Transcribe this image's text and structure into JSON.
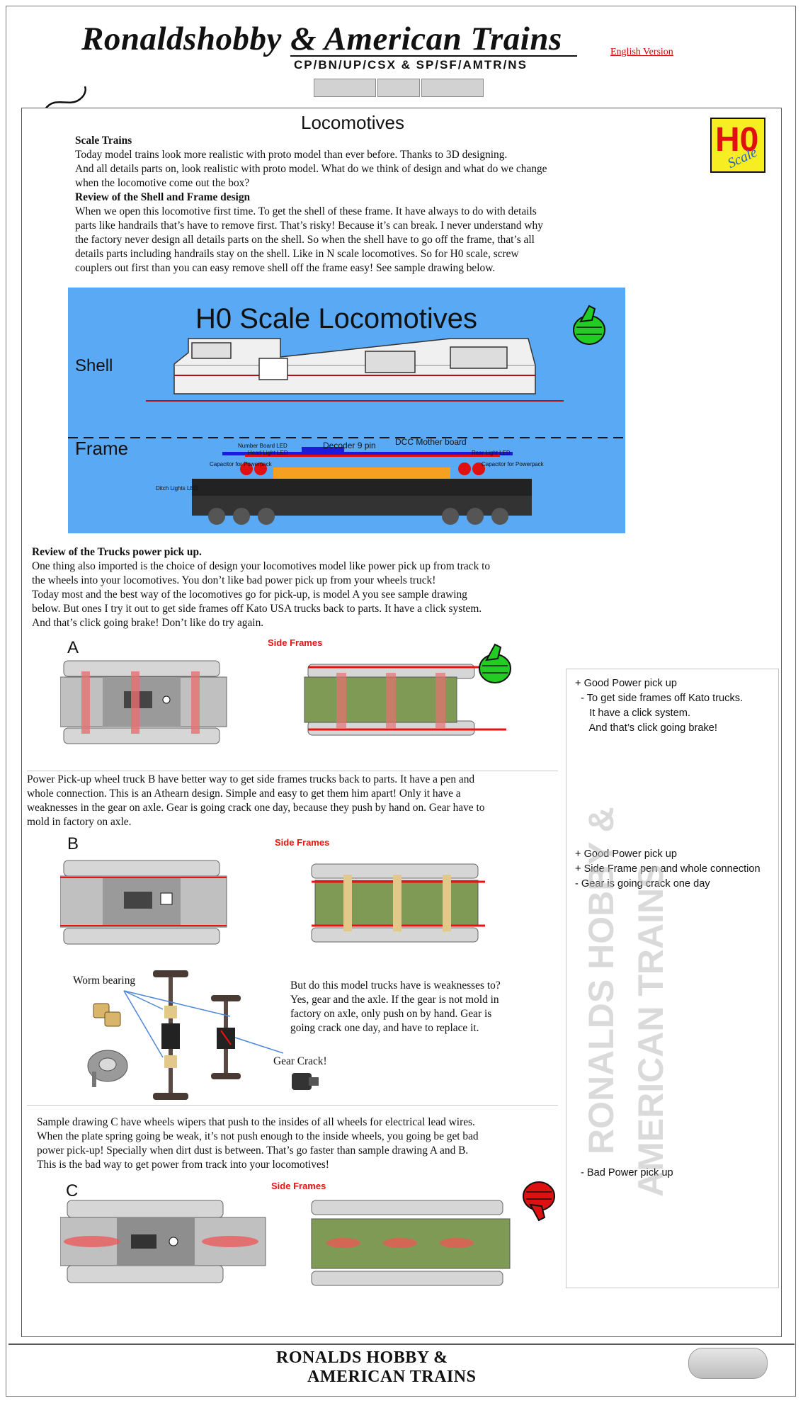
{
  "header": {
    "title": "Ronaldshobby & American Trains",
    "subtitle": "CP/BN/UP/CSX & SP/SF/AMTR/NS",
    "language_link": "English Version",
    "nav_buttons": [
      "",
      "",
      ""
    ]
  },
  "main": {
    "title": "Locomotives",
    "badge": {
      "big": "H0",
      "small": "Scale"
    },
    "intro": {
      "heading": "Scale Trains",
      "lines": [
        "Today model trains look more realistic with proto model than ever before. Thanks to 3D designing.",
        "And all details parts on, look realistic with proto model. What do we think of design and what do we change",
        "when the locomotive come out the box?"
      ]
    },
    "shell_review": {
      "heading": "Review of the Shell and Frame design",
      "lines": [
        "When we open this locomotive first time. To get the shell of these frame. It have always to do with details",
        "parts like handrails that’s have to remove first. That’s risky! Because it’s can break. I never understand why",
        "the factory never design all details parts on the shell. So when the shell have to go off the frame, that’s all",
        "details parts including handrails stay on the shell. Like in N scale locomotives. So for H0 scale, screw",
        "couplers out first than you can easy remove shell off the frame easy! See sample drawing below."
      ]
    },
    "loco_diagram": {
      "title": "H0 Scale Locomotives",
      "shell_label": "Shell",
      "frame_label": "Frame",
      "labels": {
        "number_board_led": "Number Board LED",
        "head_light_led": "Head Light LED",
        "capacitor_left": "Capacitor for Powerpack",
        "decoder": "Decoder 9 pin",
        "dcc_board": "DCC Mother board",
        "rear_light_led": "Rear Light LED",
        "capacitor_right": "Capacitor for Powerpack",
        "ditch_lights": "Ditch Lights LED"
      }
    },
    "trucks_review": {
      "heading": "Review of the Trucks power pick up.",
      "lines": [
        "One thing also imported is the choice of design your locomotives model like power pick up from track to",
        "the wheels into your locomotives. You don’t like bad power pick up from your wheels truck!",
        "Today most and the best way of the locomotives go for pick-up, is model A you see sample drawing",
        "below. But ones I try it out to get side frames off Kato USA trucks back to parts. It have a click system.",
        "And that’s click going brake! Don’t like do try again."
      ]
    },
    "truck_a": {
      "letter": "A",
      "side_frames": "Side Frames",
      "notes": [
        "+ Good Power pick up",
        "  - To get side frames off Kato trucks.",
        "     It have a click system.",
        "     And that’s click going brake!"
      ]
    },
    "truck_b_text": {
      "lines": [
        "Power Pick-up wheel truck B have better way to get side frames trucks back to parts. It have a pen and",
        "whole connection. This is an Athearn design. Simple and easy to get them him apart! Only it have a",
        "weaknesses in the gear on axle. Gear is going crack one day, because they push by hand on. Gear have to",
        "mold in factory on axle."
      ]
    },
    "truck_b": {
      "letter": "B",
      "side_frames": "Side Frames",
      "notes": [
        "+ Good Power pick up",
        "+ Side Frame pen and whole connection",
        "- Gear is going crack one day"
      ]
    },
    "axle_detail": {
      "worm_bearing": "Worm bearing",
      "gear_crack": "Gear Crack!",
      "lines": [
        "But do this model trucks have is weaknesses to?",
        "Yes, gear and the axle. If the gear is not mold in",
        "factory on axle, only push on by hand. Gear is",
        "going crack one day, and have to replace it."
      ]
    },
    "truck_c_text": {
      "lines": [
        "Sample drawing C have wheels wipers that push to the insides of all wheels for electrical lead wires.",
        "When the plate spring going be weak, it’s not push enough to the inside wheels, you going be get bad",
        "power pick-up! Specially when dirt dust is between. That’s go faster than sample drawing A and B.",
        "This is the bad way to get power from track into your locomotives!"
      ]
    },
    "truck_c": {
      "letter": "C",
      "side_frames": "Side Frames",
      "notes": [
        "- Bad Power pick up"
      ]
    },
    "watermark": {
      "line1": "RONALDS HOBBY &",
      "line2": "AMERICAN TRAINS"
    }
  },
  "footer": {
    "line1": "RONALDS HOBBY &",
    "line2": "AMERICAN TRAINS"
  },
  "colors": {
    "diagram_bg": "#5aa9f5",
    "thumb_up_green": "#22cc22",
    "thumb_up_yellow": "#f2e52a",
    "thumb_down_red": "#dd1111",
    "truck_body": "#c0c0c0",
    "gearbox_green": "#7f9a55",
    "side_frame_label": "#ee1111"
  }
}
